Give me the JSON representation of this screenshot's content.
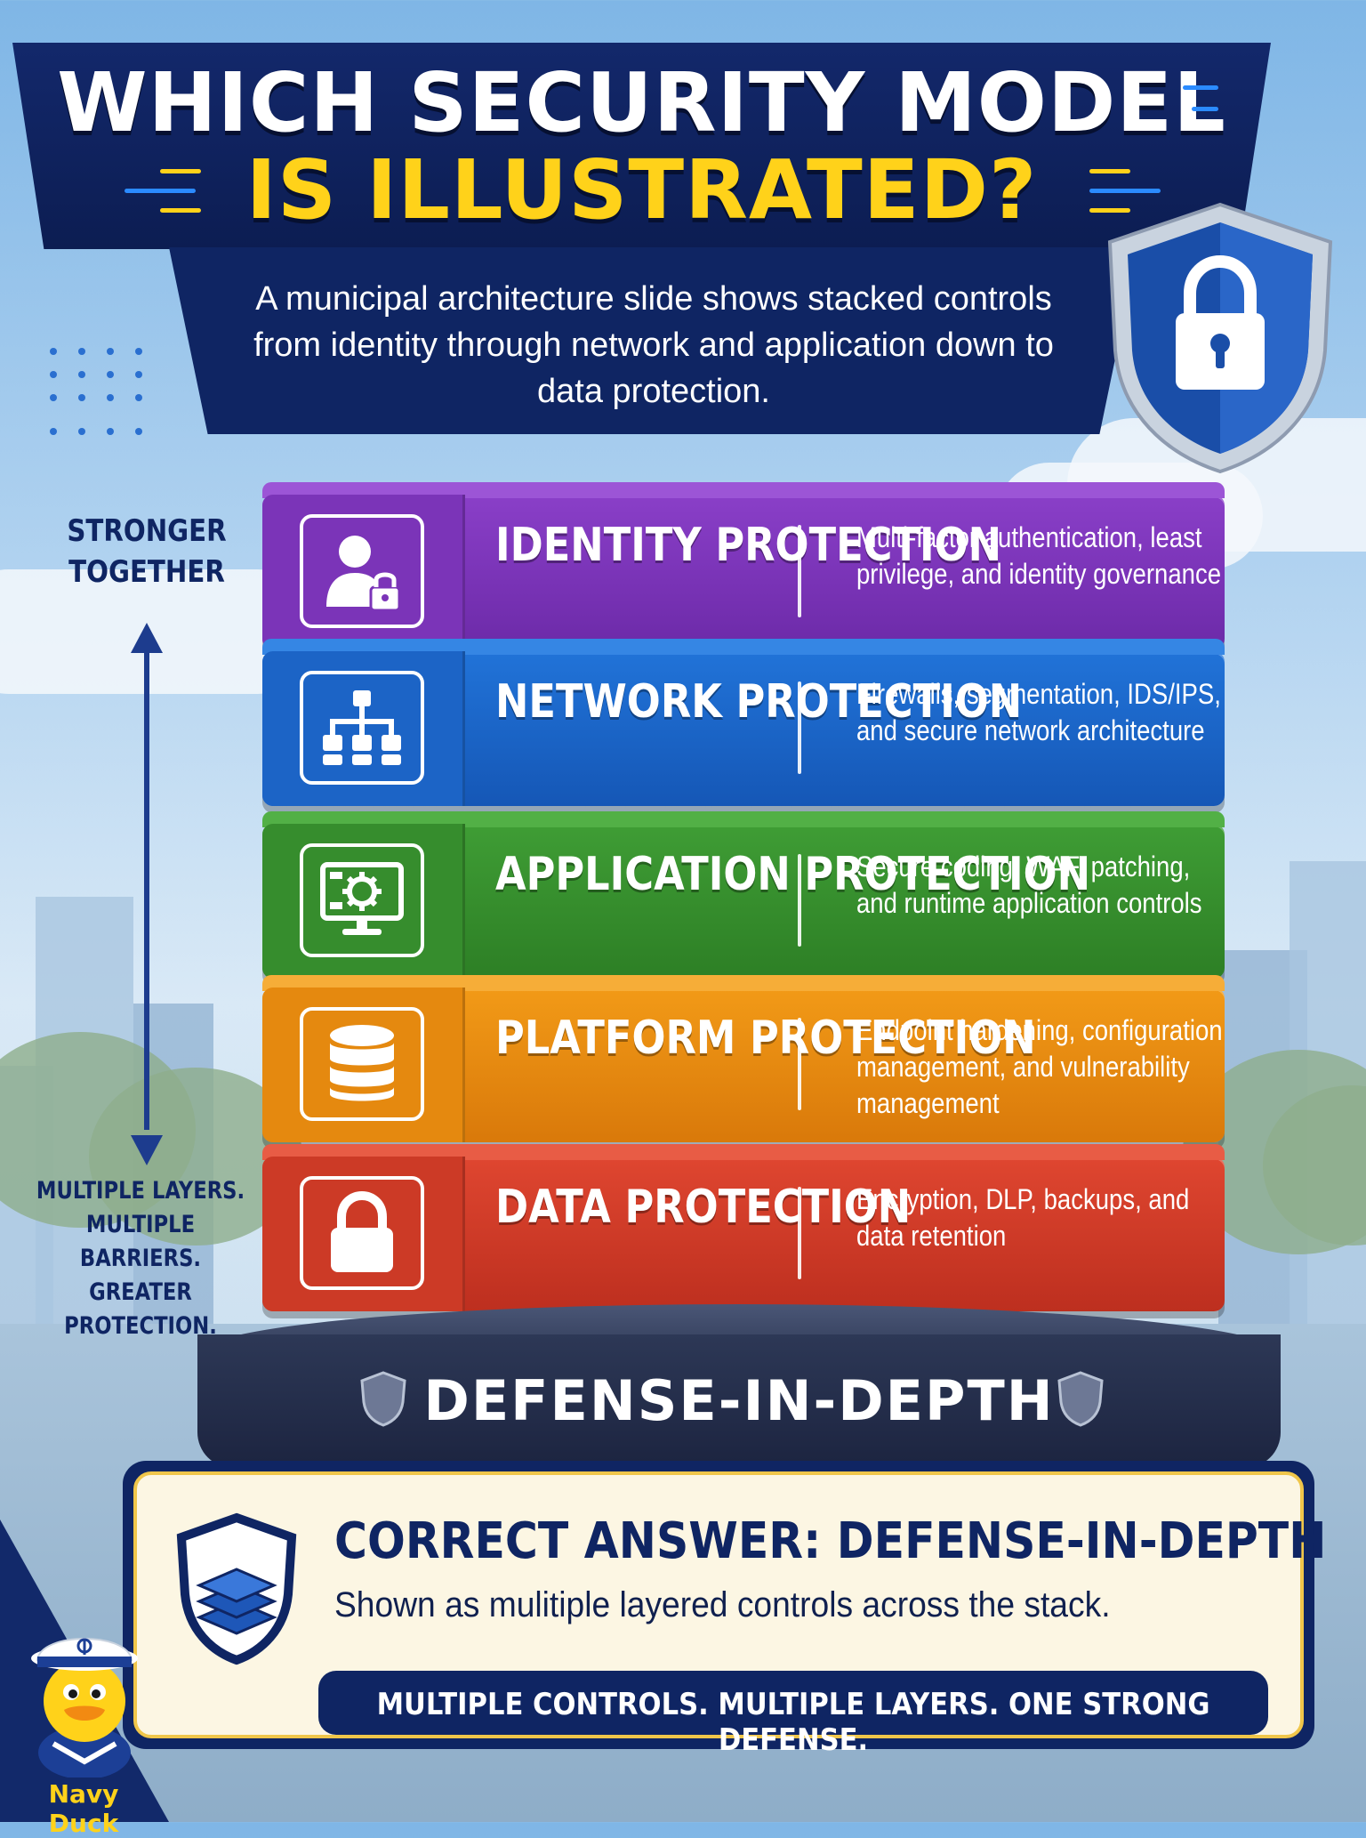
{
  "header": {
    "title_line1": "WHICH SECURITY MODEL",
    "title_line2": "IS ILLUSTRATED?",
    "subtitle": "A municipal architecture slide shows stacked controls from identity through network and application down to data protection."
  },
  "side": {
    "top_text": "STRONGER TOGETHER",
    "bottom_text": "MULTIPLE LAYERS. MULTIPLE BARRIERS. GREATER PROTECTION."
  },
  "layers": [
    {
      "name": "IDENTITY PROTECTION",
      "description": "Multi-factor authentication, least privilege, and identity governance",
      "icon": "user-lock-icon"
    },
    {
      "name": "NETWORK PROTECTION",
      "description": "Firewalls, segmentation, IDS/IPS, and secure network architecture",
      "icon": "network-topology-icon"
    },
    {
      "name": "APPLICATION PROTECTION",
      "description": "Secure coding, WAF, patching, and runtime application controls",
      "icon": "monitor-gear-icon"
    },
    {
      "name": "PLATFORM PROTECTION",
      "description": "Endpoint hardening, configuration management, and vulnerability management",
      "icon": "database-icon"
    },
    {
      "name": "DATA PROTECTION",
      "description": "Encryption, DLP, backups, and data retention",
      "icon": "padlock-icon"
    }
  ],
  "base": {
    "label": "DEFENSE-IN-DEPTH"
  },
  "answer": {
    "title": "CORRECT ANSWER: DEFENSE-IN-DEPTH",
    "subtitle": "Shown as mulitiple layered controls across the stack.",
    "motto": "MULTIPLE CONTROLS. MULTIPLE LAYERS. ONE STRONG DEFENSE."
  },
  "mascot": {
    "name": "Navy Duck"
  },
  "colors": {
    "navy": "#0f2563",
    "yellow": "#ffd21a",
    "identity": "#7b34b8",
    "network": "#1c64c6",
    "application": "#368d2d",
    "platform": "#e5890f",
    "data": "#cc3a26"
  }
}
